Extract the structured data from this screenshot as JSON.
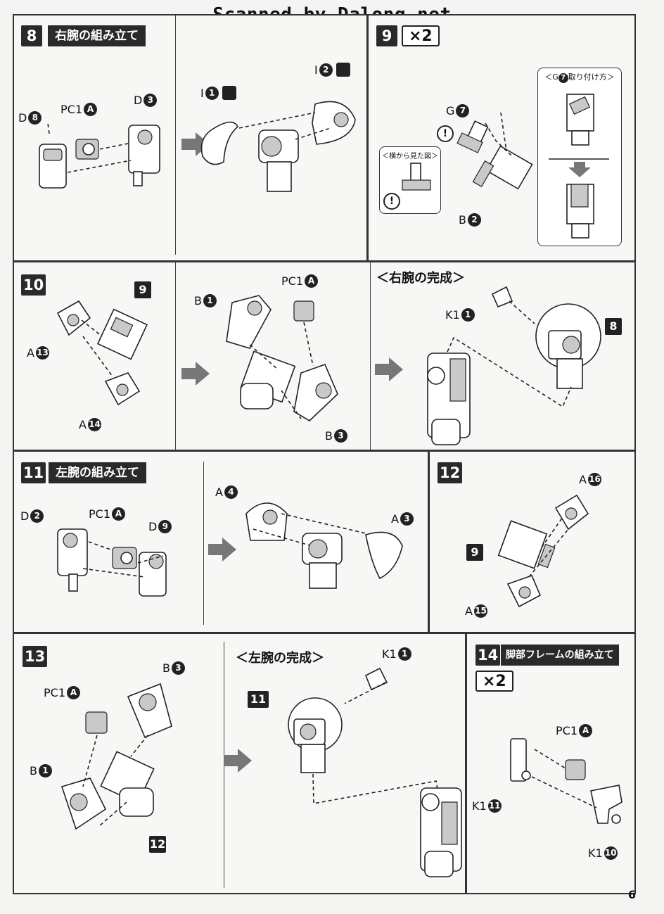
{
  "watermark": "Scanned by Dalong.net",
  "page_number": "6",
  "steps": {
    "s8": {
      "number": "8",
      "title": "右腕の組み立て",
      "labels": {
        "d8": "D",
        "d8n": "8",
        "pc1a": "PC1",
        "pc1a_n": "A",
        "d3": "D",
        "d3n": "3",
        "i1": "I",
        "i1n": "1",
        "i2": "I",
        "i2n": "2"
      }
    },
    "s9": {
      "number": "9",
      "multiplier": "×2",
      "bubble_title": "＜G",
      "bubble_title_n": "7",
      "bubble_title_rest": "取り付け方＞",
      "side_view_title": "＜横から見た図＞",
      "exclaim": "!",
      "labels": {
        "g7": "G",
        "g7n": "7",
        "b2": "B",
        "b2n": "2"
      }
    },
    "s10": {
      "number": "10",
      "sub_title": "＜右腕の完成＞",
      "badge9": "9",
      "badge8": "8",
      "labels": {
        "a13": "A",
        "a13n": "13",
        "a14": "A",
        "a14n": "14",
        "b1": "B",
        "b1n": "1",
        "pc1a": "PC1",
        "pc1a_n": "A",
        "b3": "B",
        "b3n": "3",
        "k11": "K1",
        "k11n": "1"
      }
    },
    "s11": {
      "number": "11",
      "title": "左腕の組み立て",
      "labels": {
        "d2": "D",
        "d2n": "2",
        "pc1a": "PC1",
        "pc1a_n": "A",
        "d9": "D",
        "d9n": "9",
        "a4": "A",
        "a4n": "4",
        "a3": "A",
        "a3n": "3"
      }
    },
    "s12": {
      "number": "12",
      "badge9": "9",
      "labels": {
        "a16": "A",
        "a16n": "16",
        "a15": "A",
        "a15n": "15"
      }
    },
    "s13": {
      "number": "13",
      "sub_title": "＜左腕の完成＞",
      "badge11": "11",
      "badge12": "12",
      "labels": {
        "pc1a": "PC1",
        "pc1a_n": "A",
        "b3": "B",
        "b3n": "3",
        "b1": "B",
        "b1n": "1",
        "k11": "K1",
        "k11n": "1"
      }
    },
    "s14": {
      "number": "14",
      "title": "脚部フレームの組み立て",
      "multiplier": "×2",
      "labels": {
        "pc1a": "PC1",
        "pc1a_n": "A",
        "k111": "K1",
        "k111n": "11",
        "k110": "K1",
        "k110n": "10"
      }
    }
  }
}
